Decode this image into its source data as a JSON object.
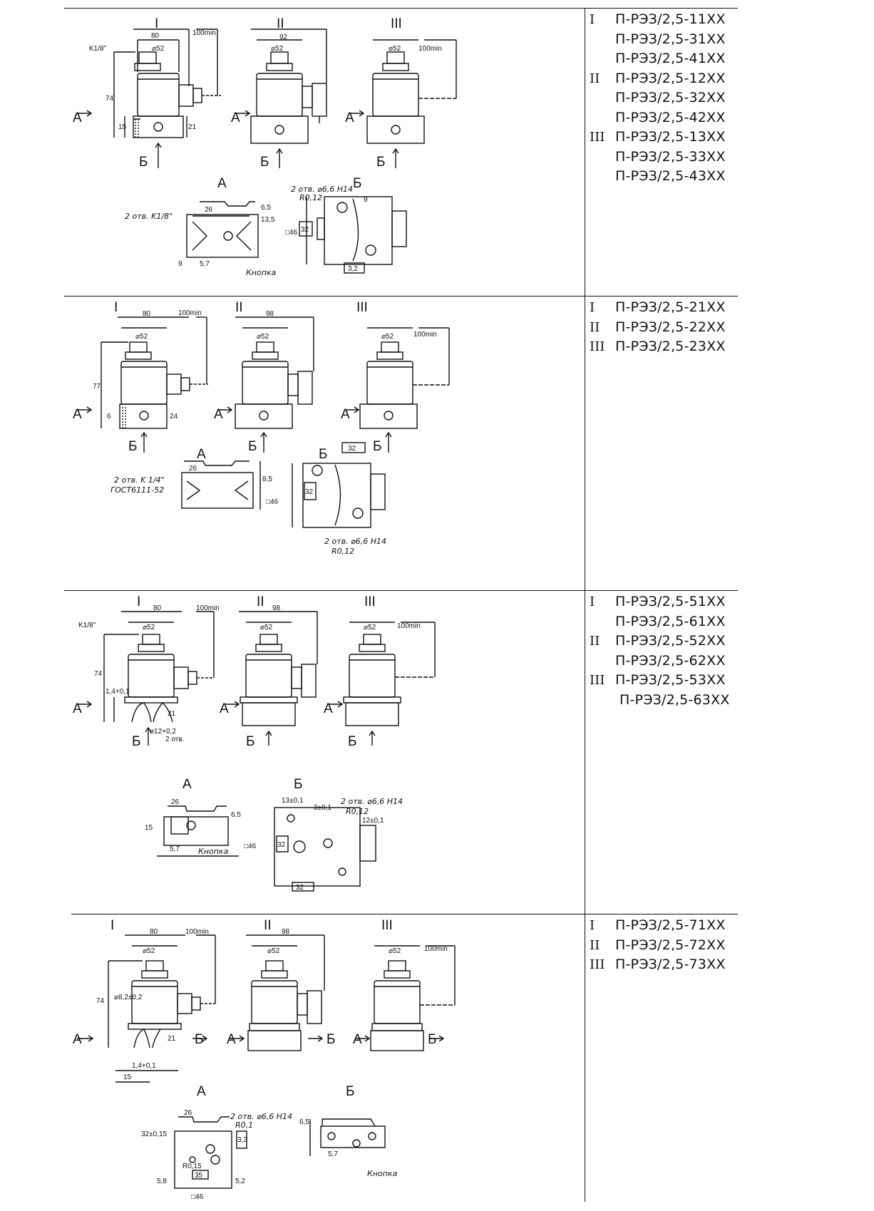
{
  "sections": [
    {
      "groups": {
        "g1": "I",
        "g2": "II",
        "g3": "III"
      },
      "dims": {
        "d80": "80",
        "d100": "100min",
        "dwidth2": "92",
        "dia": "⌀52",
        "d100b": "100min",
        "h74": "74",
        "h15": "15",
        "h21": "21",
        "k18": "K1/8\""
      },
      "views": {
        "a": "А",
        "b": "Б"
      },
      "detail": {
        "a_title": "А",
        "b_title": "Б",
        "a_note": "2 отв. K1/8\"",
        "a_btn": "Кнопка",
        "a_26": "26",
        "a_65": "6,5",
        "a_135": "13,5",
        "a_57": "5,7",
        "a_9": "9",
        "b_note": "2 отв. ⌀6,6 H14",
        "b_tol": "R0,12",
        "b_46": "□46",
        "b_32": "32",
        "b_32b": "3,2",
        "b_9": "9"
      },
      "models": [
        {
          "group": "I",
          "code": "П-РЭЗ/2,5-11XX"
        },
        {
          "group": "",
          "code": "П-РЭЗ/2,5-31XX"
        },
        {
          "group": "",
          "code": "П-РЭЗ/2,5-41XX"
        },
        {
          "group": "II",
          "code": "П-РЭЗ/2,5-12XX"
        },
        {
          "group": "",
          "code": "П-РЭЗ/2,5-32XX"
        },
        {
          "group": "",
          "code": "П-РЭЗ/2,5-42XX"
        },
        {
          "group": "III",
          "code": "П-РЭЗ/2,5-13XX"
        },
        {
          "group": "",
          "code": "П-РЭЗ/2,5-33XX"
        },
        {
          "group": "",
          "code": "П-РЭЗ/2,5-43XX"
        }
      ]
    },
    {
      "groups": {
        "g1": "I",
        "g2": "II",
        "g3": "III"
      },
      "dims": {
        "d80": "80",
        "d100": "100min",
        "dwidth2": "98",
        "dia": "⌀52",
        "d100b": "100min",
        "h74": "77",
        "h15": "6",
        "h21": "24",
        "k18": ""
      },
      "views": {
        "a": "А",
        "b": "Б"
      },
      "detail": {
        "a_title": "А",
        "b_title": "Б",
        "a_note": "2 отв. K 1/4\"",
        "a_note2": "ГОСТ6111-52",
        "a_26": "26",
        "a_65": "8,5",
        "b_note": "2 отв. ⌀6,6 H14",
        "b_tol": "R0,12",
        "b_46": "□46",
        "b_32": "32",
        "b_32b": "32"
      },
      "models": [
        {
          "group": "I",
          "code": "П-РЭЗ/2,5-21XX"
        },
        {
          "group": "II",
          "code": "П-РЭЗ/2,5-22XX"
        },
        {
          "group": "III",
          "code": "П-РЭЗ/2,5-23XX"
        }
      ]
    },
    {
      "groups": {
        "g1": "I",
        "g2": "II",
        "g3": "III"
      },
      "dims": {
        "d80": "80",
        "d100": "100min",
        "dwidth2": "98",
        "dia": "⌀52",
        "d100b": "100min",
        "h74": "74",
        "h15": "1,4+0,1",
        "h21": "21",
        "k18": "K1/8\"",
        "d12": "⌀12+0,2",
        "d12n": "2 отв."
      },
      "views": {
        "a": "А",
        "b": "Б"
      },
      "detail": {
        "a_title": "А",
        "b_title": "Б",
        "a_btn": "Кнопка",
        "a_26": "26",
        "a_65": "6,5",
        "a_57": "5,7",
        "a_15": "15",
        "b_note": "2 отв. ⌀6,6 H14",
        "b_tol": "R0,12",
        "b_46": "□46",
        "b_32": "32",
        "b_32b": "32",
        "b_13": "13±0,1",
        "b_3": "3±0,1",
        "b_12": "12±0,1"
      },
      "models": [
        {
          "group": "I",
          "code": "П-РЭЗ/2,5-51XX"
        },
        {
          "group": "",
          "code": "П-РЭЗ/2,5-61XX"
        },
        {
          "group": "II",
          "code": "П-РЭЗ/2,5-52XX"
        },
        {
          "group": "",
          "code": "П-РЭЗ/2,5-62XX"
        },
        {
          "group": "III",
          "code": "П-РЭЗ/2,5-53XX"
        },
        {
          "group": "",
          "code": "П-РЭЗ/2,5-63XX"
        }
      ]
    },
    {
      "groups": {
        "g1": "I",
        "g2": "II",
        "g3": "III"
      },
      "dims": {
        "d80": "80",
        "d100": "100min",
        "dwidth2": "98",
        "dia": "⌀52",
        "d100b": "100min",
        "h74": "74",
        "h15": "15",
        "h21": "21",
        "k18": "",
        "d82": "⌀8,2±0,2",
        "d14": "1,4+0,1"
      },
      "views": {
        "a": "А",
        "b": "Б"
      },
      "detail": {
        "a_title": "А",
        "b_title": "Б",
        "a_note": "2 отв. ⌀6,6 H14",
        "a_tol": "R0,1",
        "a_26": "26",
        "a_32": "32±0,15",
        "a_58": "5,8",
        "a_52": "5,2",
        "a_35": "35",
        "a_46": "□46",
        "a_015": "R0,15",
        "a_33": "3,3",
        "b_btn": "Кнопка",
        "b_65": "6,5",
        "b_57": "5,7"
      },
      "models": [
        {
          "group": "I",
          "code": "П-РЭЗ/2,5-71XX"
        },
        {
          "group": "II",
          "code": "П-РЭЗ/2,5-72XX"
        },
        {
          "group": "III",
          "code": "П-РЭЗ/2,5-73XX"
        }
      ]
    }
  ]
}
